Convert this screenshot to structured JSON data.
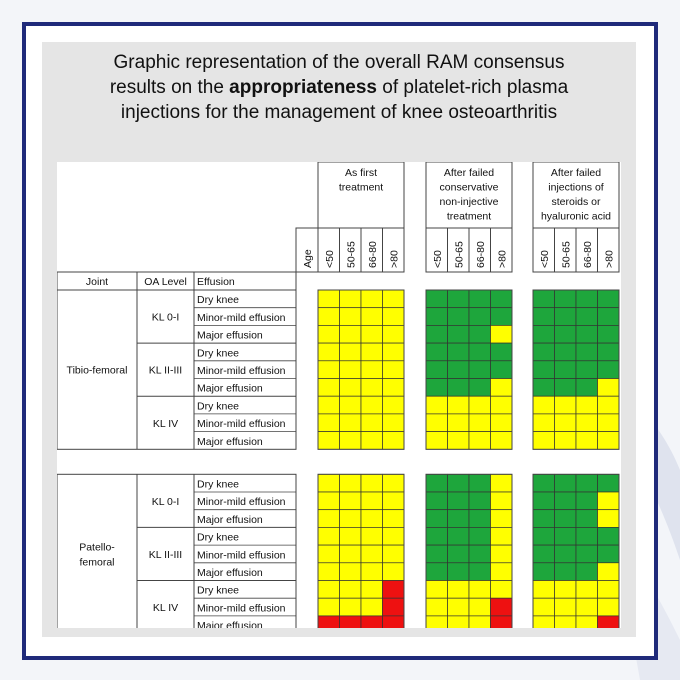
{
  "title": {
    "line1": "Graphic representation of the overall RAM consensus",
    "line2_pre": "results on the ",
    "line2_bold": "appropriateness",
    "line2_post": " of platelet-rich plasma",
    "line3": "injections for the management of knee osteoarthritis"
  },
  "colors": {
    "yellow": "#ffff00",
    "green": "#1ea63c",
    "red": "#ee1111",
    "frame": "#1f2a7a"
  },
  "headers": {
    "joint": "Joint",
    "oa_level": "OA Level",
    "effusion": "Effusion",
    "age": "Age"
  },
  "age_groups": [
    "<50",
    "50-65",
    "66-80",
    ">80"
  ],
  "scenarios": [
    {
      "lines": [
        "As first",
        "treatment"
      ]
    },
    {
      "lines": [
        "After failed",
        "conservative",
        "non-injective",
        "treatment"
      ]
    },
    {
      "lines": [
        "After failed",
        "injections of",
        "steroids or",
        "hyaluronic acid"
      ]
    }
  ],
  "sections": [
    {
      "joint_lines": [
        "Tibio-femoral"
      ],
      "levels": [
        {
          "label": "KL 0-I",
          "rows": [
            {
              "effusion": "Dry knee",
              "cells": [
                "YYYY",
                "GGGG",
                "GGGG"
              ]
            },
            {
              "effusion": "Minor-mild effusion",
              "cells": [
                "YYYY",
                "GGGG",
                "GGGG"
              ]
            },
            {
              "effusion": "Major effusion",
              "cells": [
                "YYYY",
                "GGGY",
                "GGGG"
              ]
            }
          ]
        },
        {
          "label": "KL II-III",
          "rows": [
            {
              "effusion": "Dry knee",
              "cells": [
                "YYYY",
                "GGGG",
                "GGGG"
              ]
            },
            {
              "effusion": "Minor-mild effusion",
              "cells": [
                "YYYY",
                "GGGG",
                "GGGG"
              ]
            },
            {
              "effusion": "Major effusion",
              "cells": [
                "YYYY",
                "GGGY",
                "GGGY"
              ]
            }
          ]
        },
        {
          "label": "KL IV",
          "rows": [
            {
              "effusion": "Dry knee",
              "cells": [
                "YYYY",
                "YYYY",
                "YYYY"
              ]
            },
            {
              "effusion": "Minor-mild effusion",
              "cells": [
                "YYYY",
                "YYYY",
                "YYYY"
              ]
            },
            {
              "effusion": "Major effusion",
              "cells": [
                "YYYY",
                "YYYY",
                "YYYY"
              ]
            }
          ]
        }
      ]
    },
    {
      "joint_lines": [
        "Patello-",
        "femoral"
      ],
      "levels": [
        {
          "label": "KL 0-I",
          "rows": [
            {
              "effusion": "Dry knee",
              "cells": [
                "YYYY",
                "GGGY",
                "GGGG"
              ]
            },
            {
              "effusion": "Minor-mild effusion",
              "cells": [
                "YYYY",
                "GGGY",
                "GGGY"
              ]
            },
            {
              "effusion": "Major effusion",
              "cells": [
                "YYYY",
                "GGGY",
                "GGGY"
              ]
            }
          ]
        },
        {
          "label": "KL II-III",
          "rows": [
            {
              "effusion": "Dry knee",
              "cells": [
                "YYYY",
                "GGGY",
                "GGGG"
              ]
            },
            {
              "effusion": "Minor-mild effusion",
              "cells": [
                "YYYY",
                "GGGY",
                "GGGG"
              ]
            },
            {
              "effusion": "Major effusion",
              "cells": [
                "YYYY",
                "GGGY",
                "GGGY"
              ]
            }
          ]
        },
        {
          "label": "KL IV",
          "rows": [
            {
              "effusion": "Dry knee",
              "cells": [
                "YYYR",
                "YYYY",
                "YYYY"
              ]
            },
            {
              "effusion": "Minor-mild effusion",
              "cells": [
                "YYYR",
                "YYYR",
                "YYYY"
              ]
            },
            {
              "effusion": "Major effusion",
              "cells": [
                "RRRR",
                "YYYR",
                "YYYR"
              ]
            }
          ]
        }
      ]
    }
  ]
}
